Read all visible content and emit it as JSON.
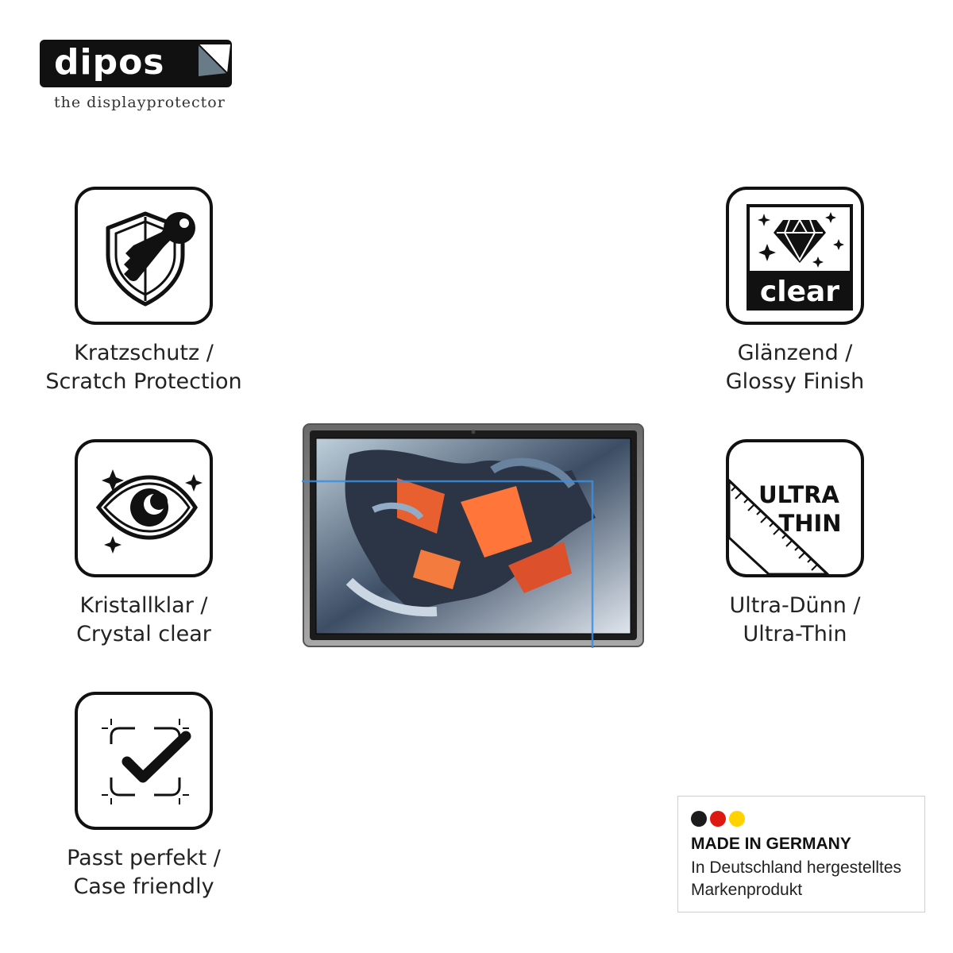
{
  "brand": {
    "name": "dipos",
    "tagline": "the displayprotector"
  },
  "features": [
    {
      "icon": "shield-key-icon",
      "line1": "Kratzschutz /",
      "line2": "Scratch Protection"
    },
    {
      "icon": "eye-sparkle-icon",
      "line1": "Kristallklar /",
      "line2": "Crystal clear"
    },
    {
      "icon": "checkmark-frame-icon",
      "line1": "Passt perfekt /",
      "line2": "Case friendly"
    },
    {
      "icon": "diamond-clear-icon",
      "badge_text": "clear",
      "line1": "Glänzend /",
      "line2": "Glossy Finish"
    },
    {
      "icon": "ruler-ultra-thin-icon",
      "badge_line1": "ULTRA",
      "badge_line2": "THIN",
      "line1": "Ultra-Dünn /",
      "line2": "Ultra-Thin"
    }
  ],
  "made_in": {
    "title": "MADE IN GERMANY",
    "line1": "In Deutschland hergestelltes",
    "line2": "Markenprodukt",
    "flag_colors": [
      "#1b1b1b",
      "#dd1a12",
      "#ffd200"
    ]
  },
  "colors": {
    "accent_line": "#3b8fe0",
    "screen_orange": "#ff5a22"
  }
}
